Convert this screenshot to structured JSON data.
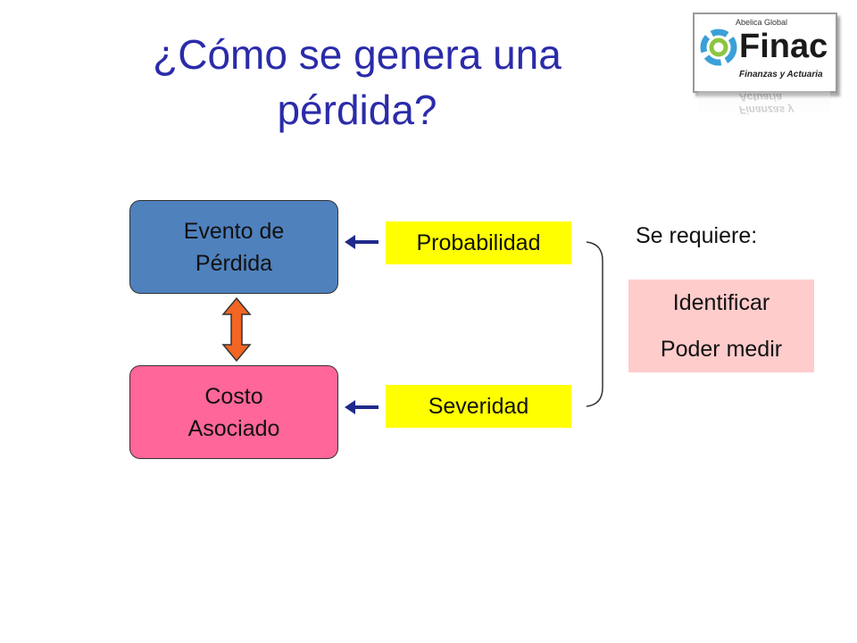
{
  "slide": {
    "title_line1": "¿Cómo se genera una",
    "title_line2": "pérdida?"
  },
  "logo": {
    "top_text": "Abelica Global",
    "brand": "Finac",
    "tagline": "Finanzas y Actuaria"
  },
  "diagram": {
    "event_box": {
      "line1": "Evento de",
      "line2": "Pérdida"
    },
    "cost_box": {
      "line1": "Costo",
      "line2": "Asociado"
    },
    "probability_label": "Probabilidad",
    "severity_label": "Severidad",
    "requires_label": "Se requiere:",
    "requirements": [
      "Identificar",
      "Poder medir"
    ]
  },
  "colors": {
    "title": "#2b2baa",
    "event_box": "#4f81bd",
    "cost_box": "#ff6699",
    "yellow_label": "#ffff00",
    "requirements_panel": "#ffcccc",
    "double_arrow": "#f26522",
    "arrow": "#1f2a8a"
  }
}
